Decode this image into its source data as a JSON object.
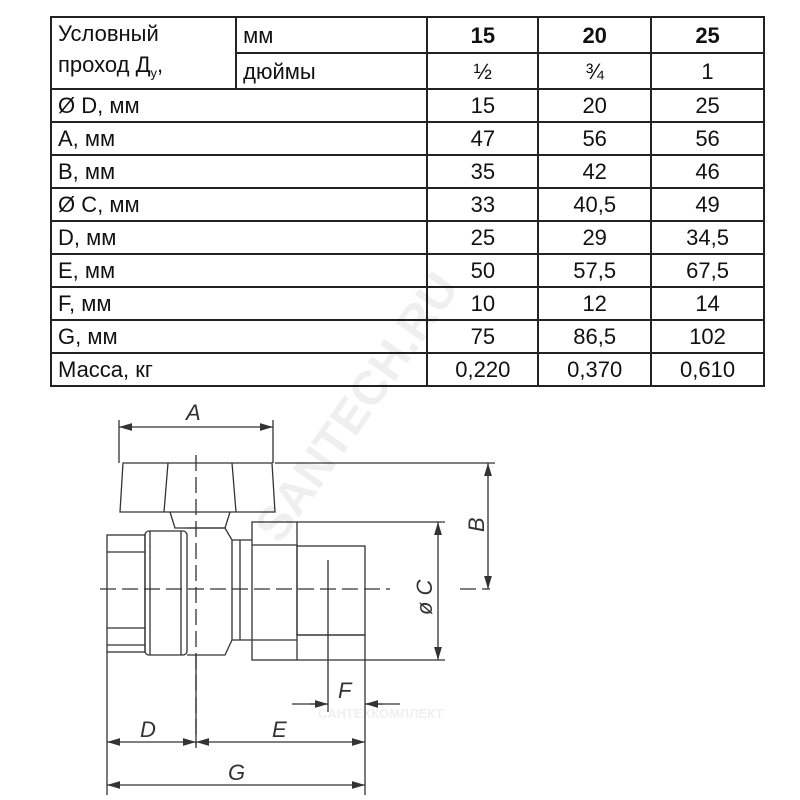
{
  "table": {
    "header": {
      "label_line1": "Условный",
      "label_line2": "проход Д",
      "label_sub": "у",
      "label_tail": ",",
      "unit_mm": "мм",
      "unit_in": "дюймы",
      "sizes_mm": [
        "15",
        "20",
        "25"
      ],
      "sizes_in": [
        "½",
        "¾",
        "1"
      ]
    },
    "rows": [
      {
        "label": "Ø D, мм",
        "values": [
          "15",
          "20",
          "25"
        ]
      },
      {
        "label": "A, мм",
        "values": [
          "47",
          "56",
          "56"
        ]
      },
      {
        "label": "B, мм",
        "values": [
          "35",
          "42",
          "46"
        ]
      },
      {
        "label": "Ø C, мм",
        "values": [
          "33",
          "40,5",
          "49"
        ]
      },
      {
        "label": "D, мм",
        "values": [
          "25",
          "29",
          "34,5"
        ]
      },
      {
        "label": "E, мм",
        "values": [
          "50",
          "57,5",
          "67,5"
        ]
      },
      {
        "label": "F, мм",
        "values": [
          "10",
          "12",
          "14"
        ]
      },
      {
        "label": "G, мм",
        "values": [
          "75",
          "86,5",
          "102"
        ]
      },
      {
        "label": "Масса, кг",
        "values": [
          "0,220",
          "0,370",
          "0,610"
        ]
      }
    ]
  },
  "drawing": {
    "labels": {
      "a": "A",
      "b": "B",
      "c": "ø C",
      "d": "D",
      "e": "E",
      "f": "F",
      "g": "G"
    }
  },
  "watermarks": {
    "main": "SANTECH.RU",
    "small": "САНТЕХКОМПЛЕКТ"
  }
}
